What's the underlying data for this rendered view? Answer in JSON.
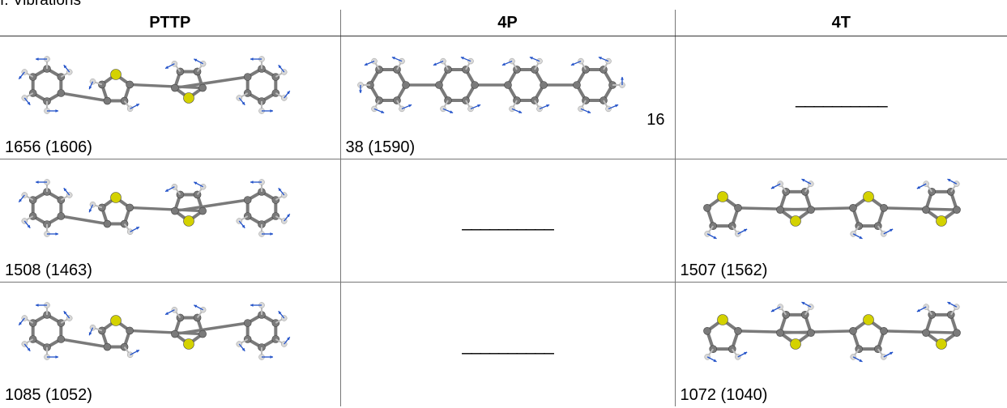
{
  "caption": "f. Vibrations",
  "headers": [
    "PTTP",
    "4P",
    "4T"
  ],
  "rows": [
    {
      "pttp": "1656 (1606)",
      "p4_frag1": "16",
      "p4_frag2": "38 (1590)",
      "t4": "__________"
    },
    {
      "pttp": "1508 (1463)",
      "p4": "__________",
      "t4": "1507 (1562)"
    },
    {
      "pttp": "1085 (1052)",
      "p4": "__________",
      "t4": "1072 (1040)"
    }
  ],
  "colors": {
    "carbon": "#7a7a7a",
    "sulfur": "#d4d200",
    "hydrogen": "#d8d8d8",
    "arrow": "#2050c8"
  }
}
